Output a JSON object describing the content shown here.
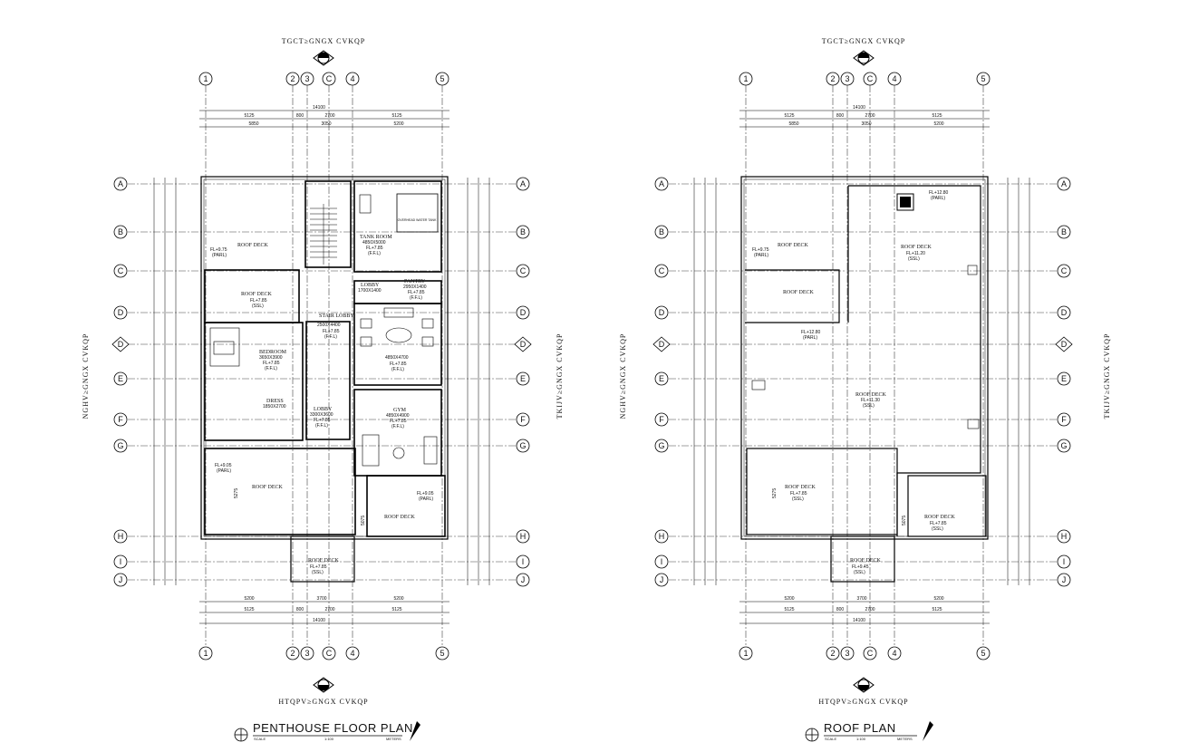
{
  "grid": {
    "columns": [
      "1",
      "2",
      "3",
      "C",
      "4",
      "5"
    ],
    "rows": [
      "A",
      "B",
      "C",
      "D",
      "D",
      "E",
      "F",
      "G",
      "H",
      "I",
      "J"
    ]
  },
  "elevation_labels": {
    "top": "TGCT≥GNGX CVKQP",
    "bottom": "HTQPV≥GNGX CVKQP",
    "left": "NGHV≥GNGX CVKQP",
    "right": "TKIJV≥GNGX CVKQP"
  },
  "dims": {
    "top1": [
      "5125",
      "800",
      "2700",
      "5125"
    ],
    "top2": [
      "5850",
      "3050",
      "5200"
    ],
    "total": "14100",
    "bottom1": [
      "5200",
      "3700",
      "5200"
    ],
    "bottom2": [
      "5125",
      "800",
      "2700",
      "5125"
    ]
  },
  "plans": [
    {
      "title": "PENTHOUSE FLOOR PLAN",
      "scale_label": "SCALE",
      "scale": "1:100",
      "units": "METERS",
      "rooms": [
        {
          "name": "ROOF DECK",
          "level": "FL+9.75",
          "note": "(PARL)"
        },
        {
          "name": "ROOF DECK",
          "level": "FL+7.85",
          "note": "(SSL)"
        },
        {
          "name": "TANK ROOM",
          "size": "4850X5000",
          "level": "FL+7.85",
          "note": "(F.F.L)"
        },
        {
          "name": "LOBBY",
          "size": "1700X1400"
        },
        {
          "name": "PANTRY",
          "size": "2950X1400",
          "level": "FL+7.85",
          "note": "(F.F.L)"
        },
        {
          "name": "STAIR LOBBY",
          "size": "2500X4400",
          "level": "FL+7.85",
          "note": "(F.F.L)"
        },
        {
          "name": "BEDROOM",
          "size": "3650X3900",
          "level": "FL+7.85",
          "note": "(F.F.L)"
        },
        {
          "name": "DRESS",
          "size": "1850X2700"
        },
        {
          "name": "GYM",
          "size": "4850X4900",
          "level": "FL+7.85",
          "note": "(F.F.L)"
        },
        {
          "name": "LOBBY",
          "size": "3300X3600",
          "level": "FL+7.85",
          "note": "(F.F.L)"
        },
        {
          "name": "ROOF DECK",
          "level": "FL+9.05",
          "note": "(PARL)"
        },
        {
          "name": "ROOF DECK",
          "level": "FL+7.85",
          "note": "(SSL)"
        },
        {
          "name": "ROOF DECK",
          "level": "FL+9.05",
          "note": "(PARL)"
        }
      ],
      "interior": {
        "tank_text": "OVERHEAD WATER TANK",
        "living_size": "4850X4700",
        "living_level": "FL+7.85",
        "living_note": "(F.F.L)",
        "deck_dim_a": "5275",
        "deck_dim_b": "5075"
      }
    },
    {
      "title": "ROOF PLAN",
      "scale_label": "SCALE",
      "scale": "1:100",
      "units": "METERS",
      "rooms": [
        {
          "name": "ROOF DECK",
          "level": "FL+9.75",
          "note": "(PARL)"
        },
        {
          "name": "ROOF DECK",
          "level": "FL+12.80",
          "note": "(PARL)"
        },
        {
          "name": "ROOF DECK",
          "level": "FL+11.20",
          "note": "(SSL)"
        },
        {
          "name": "ROOF DECK",
          "level": "FL+11.30",
          "note": "(SSL)"
        },
        {
          "name": "ROOF DECK",
          "level": "FL+7.85",
          "note": "(SSL)"
        },
        {
          "name": "ROOF DECK",
          "level": "FL+7.85",
          "note": "(SSL)"
        },
        {
          "name": "ROOF DECK",
          "level": "FL+9.45",
          "note": "(SSL)"
        }
      ],
      "interior": {
        "deck_dim_a": "5275",
        "deck_dim_b": "5075",
        "parapet_level": "FL+12.80",
        "parapet_note": "(PARL)"
      }
    }
  ]
}
